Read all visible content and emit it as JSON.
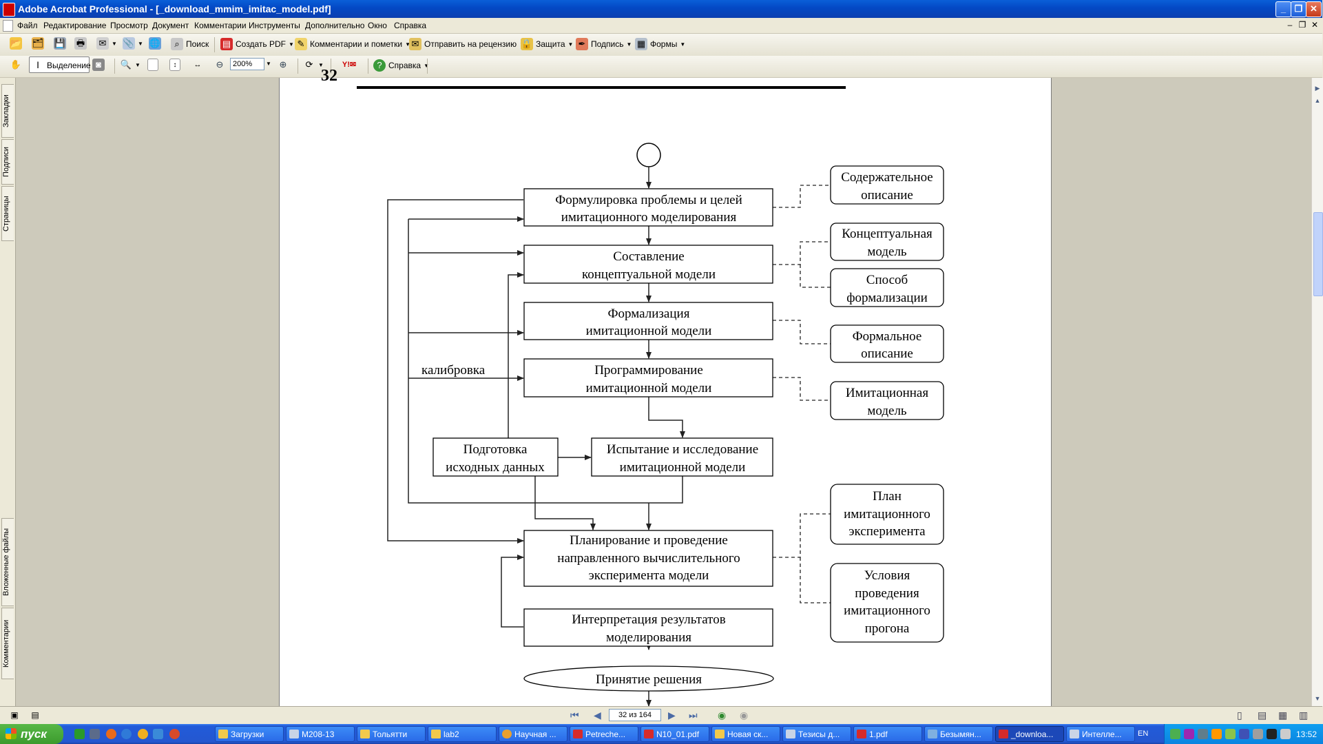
{
  "window": {
    "title": "Adobe Acrobat Professional - [_download_mmim_imitac_model.pdf]"
  },
  "menu": [
    "Файл",
    "Редактирование",
    "Просмотр",
    "Документ",
    "Комментарии",
    "Инструменты",
    "Дополнительно",
    "Окно",
    "Справка"
  ],
  "toolbar1": {
    "search": "Поиск",
    "create_pdf": "Создать PDF",
    "comments": "Комментарии и пометки",
    "send_review": "Отправить на рецензию",
    "protect": "Защита",
    "sign": "Подпись",
    "forms": "Формы"
  },
  "toolbar2": {
    "select": "Выделение",
    "zoom": "200%",
    "help": "Справка"
  },
  "side_tabs": [
    "Закладки",
    "Подписи",
    "Страницы",
    "Вложенные файлы",
    "Комментарии"
  ],
  "diagram": {
    "page_number_partial": "32",
    "steps": [
      [
        "Формулировка проблемы и целей",
        "имитационного моделирования"
      ],
      [
        "Составление",
        "концептуальной модели"
      ],
      [
        "Формализация",
        "имитационной модели"
      ],
      [
        "Программирование",
        "имитационной модели"
      ],
      [
        "Испытание и исследование",
        "имитационной модели"
      ],
      [
        "Планирование и проведение",
        "направленного вычислительного",
        "эксперимента модели"
      ],
      [
        "Интерпретация результатов",
        "моделирования"
      ]
    ],
    "prep": [
      "Подготовка",
      "исходных данных"
    ],
    "calibration": "калибровка",
    "final": "Принятие решения",
    "outputs": [
      [
        "Содержательное",
        "описание"
      ],
      [
        "Концептуальная",
        "модель"
      ],
      [
        "Способ",
        "формализации"
      ],
      [
        "Формальное",
        "описание"
      ],
      [
        "Имитационная",
        "модель"
      ],
      [
        "План",
        "имитационного",
        "эксперимента"
      ],
      [
        "Условия",
        "проведения",
        "имитационного",
        "прогона"
      ]
    ]
  },
  "status": {
    "page_indicator": "32 из 164"
  },
  "taskbar": {
    "start": "пуск",
    "tasks": [
      "Загрузки",
      "M208-13",
      "Тольятти",
      "lab2",
      "Научная ...",
      "Petreche...",
      "N10_01.pdf",
      "Новая ск...",
      "Тезисы д...",
      "1.pdf",
      "Безымян...",
      "_downloa...",
      "Интелле..."
    ],
    "lang": "EN",
    "clock": "13:52"
  }
}
